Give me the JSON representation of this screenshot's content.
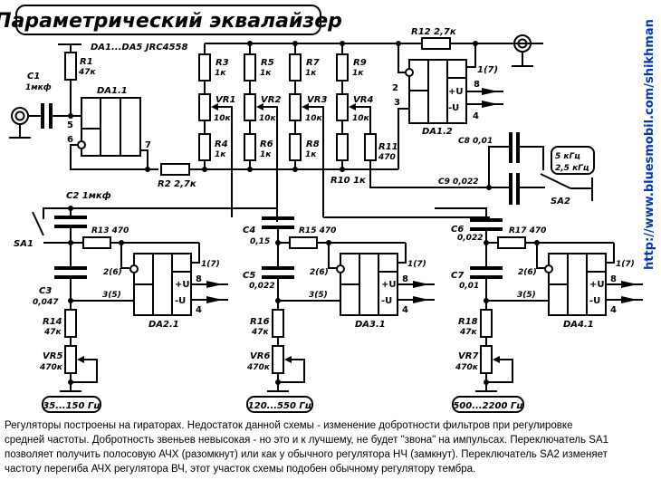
{
  "title": "Параметрический эквалайзер",
  "chip_note": "DA1...DA5 JRC4558",
  "url": "http://www.bluesmobil.com/shikhman",
  "components": {
    "C1": {
      "name": "C1",
      "value": "1мкф"
    },
    "R1": {
      "name": "R1",
      "value": "47к"
    },
    "DA1_1": {
      "name": "DA1.1"
    },
    "DA1_2": {
      "name": "DA1.2"
    },
    "R2": {
      "label": "R2 2,7к"
    },
    "R3": {
      "name": "R3",
      "value": "1к"
    },
    "R4": {
      "name": "R4",
      "value": "1к"
    },
    "R5": {
      "name": "R5",
      "value": "1к"
    },
    "R6": {
      "name": "R6",
      "value": "1к"
    },
    "R7": {
      "name": "R7",
      "value": "1к"
    },
    "R8": {
      "name": "R8",
      "value": "1к"
    },
    "R9": {
      "name": "R9",
      "value": "1к"
    },
    "R10": {
      "label": "R10  1к"
    },
    "R11": {
      "name": "R11",
      "value": "470"
    },
    "R12": {
      "label": "R12  2,7к"
    },
    "VR1": {
      "name": "VR1",
      "value": "10к"
    },
    "VR2": {
      "name": "VR2",
      "value": "10к"
    },
    "VR3": {
      "name": "VR3",
      "value": "10к"
    },
    "VR4": {
      "name": "VR4",
      "value": "10к"
    },
    "C2": {
      "label": "C2  1мкф"
    },
    "C8": {
      "label": "C8  0,01"
    },
    "C9": {
      "label": "C9  0,022"
    },
    "SA1": {
      "name": "SA1"
    },
    "SA2": {
      "name": "SA2",
      "pos1": "5 кГц",
      "pos2": "2,5 кГц"
    },
    "R13": {
      "label": "R13 470"
    },
    "C3": {
      "name": "C3",
      "value": "0,047"
    },
    "DA2_1": {
      "name": "DA2.1"
    },
    "R14": {
      "name": "R14",
      "value": "47к"
    },
    "VR5": {
      "name": "VR5",
      "value": "470к"
    },
    "band1": "35...150 Гц",
    "C4": {
      "name": "C4",
      "value": "0,15"
    },
    "R15": {
      "label": "R15 470"
    },
    "C5": {
      "name": "C5",
      "value": "0,022"
    },
    "DA3_1": {
      "name": "DA3.1"
    },
    "R16": {
      "name": "R16",
      "value": "47к"
    },
    "VR6": {
      "name": "VR6",
      "value": "470к"
    },
    "band2": "120...550 Гц",
    "C6": {
      "name": "C6",
      "value": "0,022"
    },
    "R17": {
      "label": "R17 470"
    },
    "C7": {
      "name": "C7",
      "value": "0,01"
    },
    "DA4_1": {
      "name": "DA4.1"
    },
    "R18": {
      "name": "R18",
      "value": "47к"
    },
    "VR7": {
      "name": "VR7",
      "value": "470к"
    },
    "band3": "500...2200 Гц"
  },
  "pins": {
    "p5": "5",
    "p6": "6",
    "p7": "7",
    "p2": "2",
    "p3": "3",
    "p1_7": "1(7)",
    "p2_6": "2(6)",
    "p3_5": "3(5)",
    "p8": "8",
    "p4": "4",
    "plus_u": "+U",
    "minus_u": "-U"
  },
  "description": [
    "Регуляторы построены на гираторах. Недостаток данной  схемы - изменение добротности фильтров при регулировке",
    "средней частоты. Добротность звеньев невысокая - но это и к лучшему, не будет \"звона\" на импульсах. Переключатель SA1",
    "позволяет получить полосовую АЧХ (разомкнут) или как у обычного регулятора НЧ (замкнут). Переключатель SA2 изменяет",
    "частоту перегиба АЧХ регулятора ВЧ, этот участок схемы подобен обычному регулятору тембра."
  ]
}
